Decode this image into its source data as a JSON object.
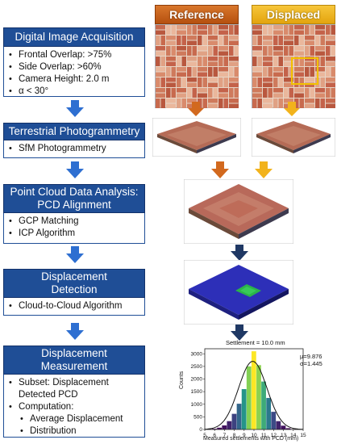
{
  "steps": [
    {
      "title": "Digital Image Acquisition",
      "bullets": [
        {
          "text": "Frontal Overlap: >75%"
        },
        {
          "text": "Side Overlap: >60%"
        },
        {
          "text": "Camera Height: 2.0 m"
        },
        {
          "text": "α < 30°"
        }
      ]
    },
    {
      "title": "Terrestrial Photogrammetry",
      "bullets": [
        {
          "text": "SfM Photogrammetry"
        }
      ]
    },
    {
      "title_line1": "Point Cloud Data Analysis:",
      "title_line2": "PCD Alignment",
      "bullets": [
        {
          "text": "GCP Matching"
        },
        {
          "text": "ICP Algorithm"
        }
      ]
    },
    {
      "title_line1": "Displacement",
      "title_line2": "Detection",
      "bullets": [
        {
          "text": "Cloud-to-Cloud Algorithm"
        }
      ]
    },
    {
      "title_line1": "Displacement",
      "title_line2": "Measurement",
      "bullets": [
        {
          "text_line1": "Subset: Displacement",
          "text_line2": "Detected PCD"
        },
        {
          "text": "Computation:"
        }
      ],
      "sub_bullets": [
        {
          "text": "Average Displacement"
        },
        {
          "text": "Distribution"
        }
      ]
    }
  ],
  "labels": {
    "reference": "Reference",
    "displaced": "Displaced"
  },
  "colors": {
    "step_blue": "#1f4e96",
    "arrow_blue": "#2e6fd1",
    "arrow_orange": "#d2691e",
    "arrow_yellow": "#f2b31c",
    "arrow_navy": "#1f3864",
    "reference_tab": "#c55a11",
    "displaced_tab": "#f2b31c"
  },
  "chart_data": {
    "type": "bar",
    "title": "Settlement = 10.0 mm",
    "xlabel": "Measured settlements with PCD (mm)",
    "ylabel": "Counts",
    "stats_mu": "μ=9.876",
    "stats_sigma": "σ=1.445",
    "xlim": [
      5,
      15
    ],
    "ylim": [
      0,
      3200
    ],
    "xticks": [
      "5",
      "6",
      "7",
      "8",
      "9",
      "10",
      "11",
      "12",
      "13",
      "14",
      "15"
    ],
    "yticks": [
      "0",
      "500",
      "1000",
      "1500",
      "2000",
      "2500",
      "3000"
    ],
    "bin_width": 0.5,
    "bins": [
      {
        "x": 5.5,
        "y": 15
      },
      {
        "x": 6.0,
        "y": 30
      },
      {
        "x": 6.5,
        "y": 70
      },
      {
        "x": 7.0,
        "y": 160
      },
      {
        "x": 7.5,
        "y": 330
      },
      {
        "x": 8.0,
        "y": 620
      },
      {
        "x": 8.5,
        "y": 1020
      },
      {
        "x": 9.0,
        "y": 1600
      },
      {
        "x": 9.5,
        "y": 2500
      },
      {
        "x": 10.0,
        "y": 3100
      },
      {
        "x": 10.5,
        "y": 2550
      },
      {
        "x": 11.0,
        "y": 1900
      },
      {
        "x": 11.5,
        "y": 1250
      },
      {
        "x": 12.0,
        "y": 700
      },
      {
        "x": 12.5,
        "y": 330
      },
      {
        "x": 13.0,
        "y": 150
      },
      {
        "x": 13.5,
        "y": 50
      },
      {
        "x": 14.0,
        "y": 15
      }
    ],
    "fit": {
      "mu": 9.876,
      "sigma": 1.445,
      "peak": 2700
    },
    "grid": false
  }
}
